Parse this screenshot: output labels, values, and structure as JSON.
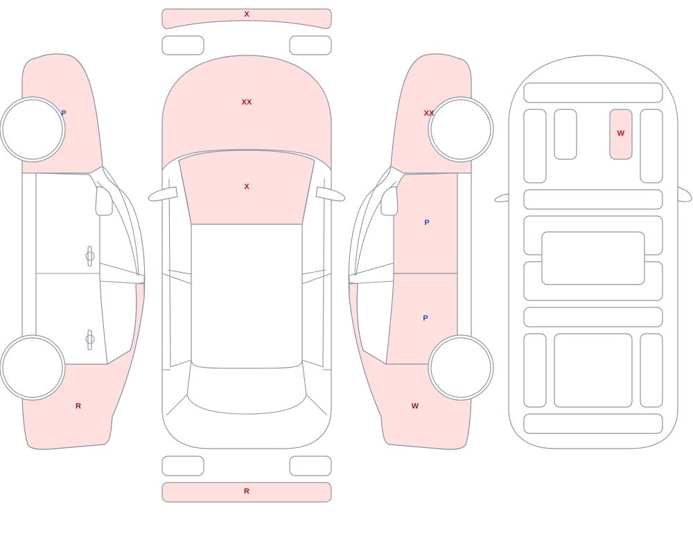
{
  "colors": {
    "damaged_fill": "#ffe0de",
    "outline": "#8a94a6",
    "mark_red": "#c0102a",
    "mark_darkred": "#8b1a1a",
    "mark_blue": "#1f4fb5"
  },
  "labels": {
    "front_bumper": "X",
    "hood": "XX",
    "windshield": "X",
    "rear_bumper": "R",
    "left_front_fender": "P",
    "left_rear_quarter": "R",
    "right_front_fender": "XX",
    "right_front_door": "P",
    "right_rear_door": "P",
    "right_rear_quarter": "W",
    "interior_seat": "W"
  }
}
